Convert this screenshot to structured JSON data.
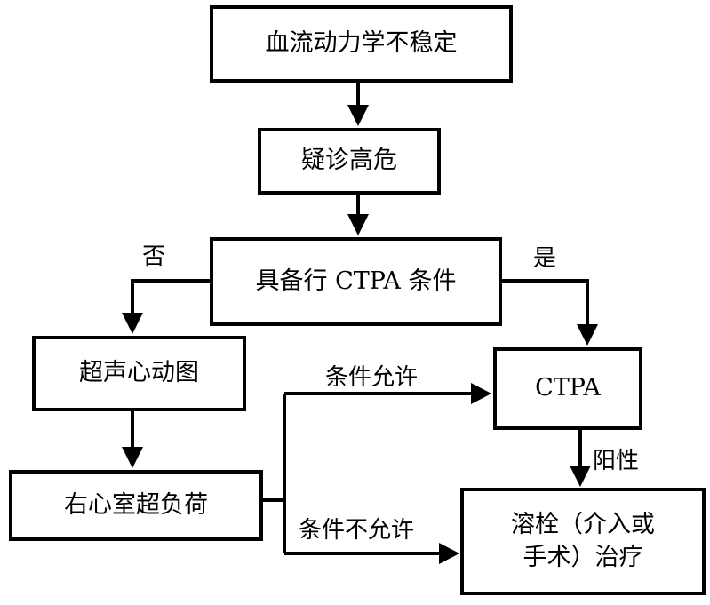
{
  "nodes": {
    "n1": "血流动力学不稳定",
    "n2": "疑诊高危",
    "n3": "具备行 CTPA 条件",
    "n4": "超声心动图",
    "n5": "右心室超负荷",
    "n6": "CTPA",
    "n7_line1": "溶栓（介入或",
    "n7_line2": "手术）治疗"
  },
  "edge_labels": {
    "no": "否",
    "yes": "是",
    "allowed": "条件允许",
    "positive": "阳性",
    "not_allowed": "条件不允许"
  }
}
